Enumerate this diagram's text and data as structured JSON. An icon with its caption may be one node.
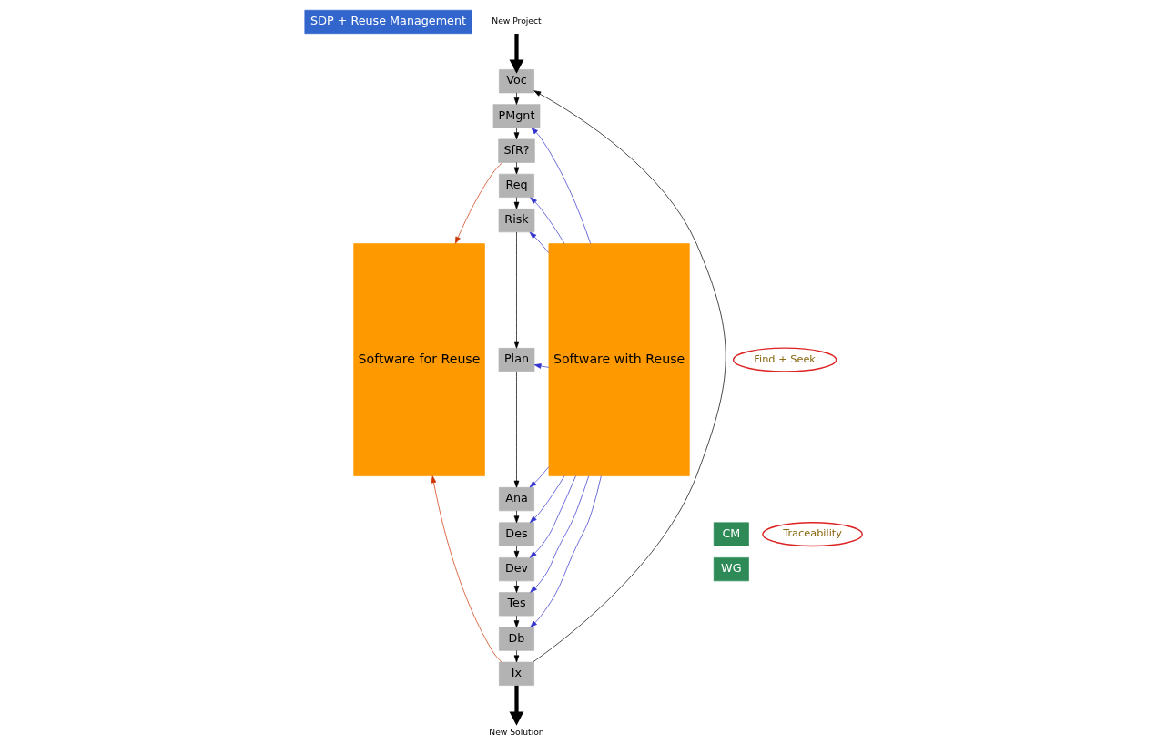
{
  "diagram": {
    "nodes": [
      {
        "text": [
          "SDP + Reuse Management"
        ]
      },
      {
        "text": [
          "New Project"
        ]
      },
      {
        "text": [
          "Software for Reuse"
        ]
      },
      {
        "text": [
          "Voc"
        ]
      },
      {
        "text": [
          "PMgnt"
        ]
      },
      {
        "text": [
          "SfR?"
        ]
      },
      {
        "text": [
          "Req"
        ]
      },
      {
        "text": [
          "Risk"
        ]
      },
      {
        "text": [
          "Plan"
        ]
      },
      {
        "text": [
          "Ana"
        ]
      },
      {
        "text": [
          "Des"
        ]
      },
      {
        "text": [
          "Dev"
        ]
      },
      {
        "text": [
          "Tes"
        ]
      },
      {
        "text": [
          "Db"
        ]
      },
      {
        "text": [
          "Ix"
        ]
      },
      {
        "text": [
          "Software with Reuse"
        ]
      },
      {
        "text": [
          "CM"
        ]
      },
      {
        "text": [
          "WG"
        ]
      },
      {
        "text": [
          "Traceability"
        ]
      },
      {
        "text": [
          "Find + Seek"
        ]
      },
      {
        "text": [
          "New Solution"
        ]
      }
    ],
    "edges": [
      {
        "from": 1,
        "to": 3,
        "arrow": "to",
        "style": "thick"
      },
      {
        "from": 3,
        "to": 4,
        "arrow": "to"
      },
      {
        "from": 4,
        "to": 5,
        "arrow": "to"
      },
      {
        "from": 5,
        "to": 6,
        "arrow": "to"
      },
      {
        "from": 6,
        "to": 7,
        "arrow": "to"
      },
      {
        "from": 7,
        "to": 8,
        "arrow": "to"
      },
      {
        "from": 8,
        "to": 9,
        "arrow": "to"
      },
      {
        "from": 9,
        "to": 10,
        "arrow": "to"
      },
      {
        "from": 10,
        "to": 11,
        "arrow": "to"
      },
      {
        "from": 11,
        "to": 12,
        "arrow": "to"
      },
      {
        "from": 12,
        "to": 13,
        "arrow": "to"
      },
      {
        "from": 13,
        "to": 14,
        "arrow": "to"
      },
      {
        "from": 14,
        "to": 20,
        "arrow": "to",
        "style": "thick"
      },
      {
        "from": 14,
        "to": 3,
        "arrow": "to"
      },
      {
        "from": 15,
        "to": 4,
        "arrow": "to",
        "color": "#3333cc"
      },
      {
        "from": 15,
        "to": 6,
        "arrow": "to",
        "color": "#3333cc"
      },
      {
        "from": 15,
        "to": 7,
        "arrow": "to",
        "color": "#3333cc"
      },
      {
        "from": 15,
        "to": 8,
        "arrow": "to",
        "color": "#3333cc"
      },
      {
        "from": 15,
        "to": 9,
        "arrow": "to",
        "color": "#3333cc"
      },
      {
        "from": 15,
        "to": 10,
        "arrow": "to",
        "color": "#3333cc"
      },
      {
        "from": 15,
        "to": 11,
        "arrow": "to",
        "color": "#3333cc"
      },
      {
        "from": 15,
        "to": 12,
        "arrow": "to",
        "color": "#3333cc"
      },
      {
        "from": 15,
        "to": 13,
        "arrow": "to",
        "color": "#3333cc"
      },
      {
        "from": 5,
        "to": 2,
        "arrow": "to",
        "color": "#cc3300"
      },
      {
        "from": 14,
        "to": 2,
        "arrow": "to",
        "color": "#cc3300"
      }
    ]
  }
}
